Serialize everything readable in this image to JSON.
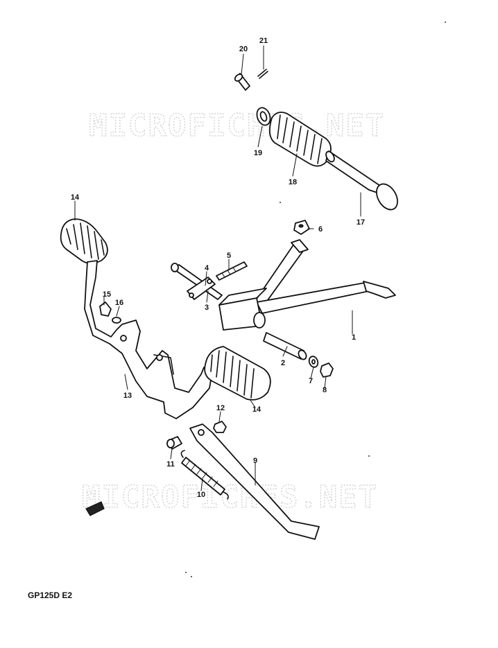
{
  "watermark": {
    "text": "MICROFICHES.NET"
  },
  "model_code": "GP125D E2",
  "callouts": {
    "p1": "1",
    "p2": "2",
    "p3": "3",
    "p4": "4",
    "p5": "5",
    "p6": "6",
    "p7": "7",
    "p8": "8",
    "p9": "9",
    "p10": "10",
    "p11": "11",
    "p12": "12",
    "p13": "13",
    "p14a": "14",
    "p14b": "14",
    "p15": "15",
    "p16": "16",
    "p17": "17",
    "p18": "18",
    "p19": "19",
    "p20": "20",
    "p21": "21"
  }
}
